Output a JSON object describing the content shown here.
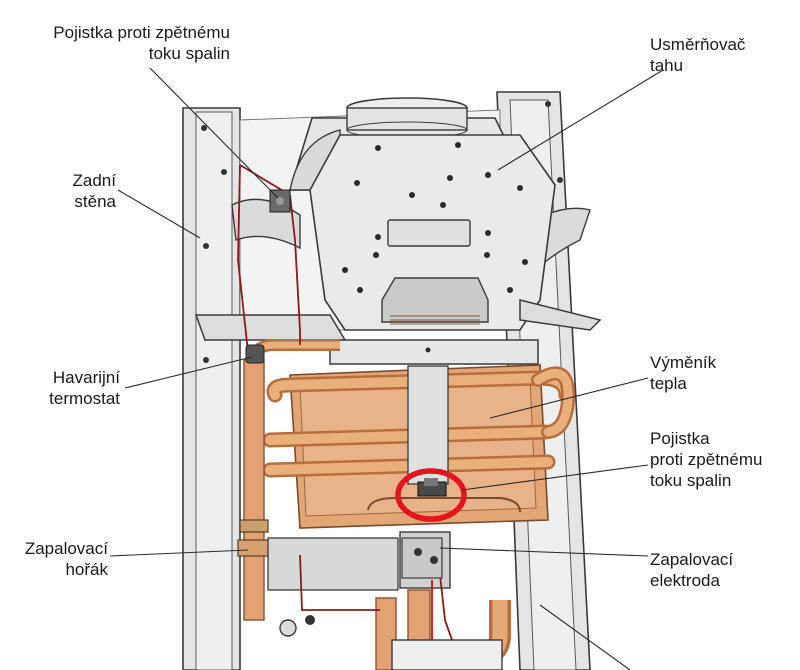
{
  "labels": {
    "flue_fuse_top": {
      "line1": "Pojistka proti zpětnému",
      "line2": "toku spalin"
    },
    "draft_diverter": {
      "line1": "Usměrňovač",
      "line2": "tahu"
    },
    "back_wall": {
      "line1": "Zadní",
      "line2": "stěna"
    },
    "safety_thermostat": {
      "line1": "Havarijní",
      "line2": "termostat"
    },
    "heat_exchanger": {
      "line1": "Výměník",
      "line2": "tepla"
    },
    "flue_fuse_mid": {
      "line1": "Pojistka",
      "line2": "proti zpětnému",
      "line3": "toku spalin"
    },
    "pilot_burner": {
      "line1": "Zapalovací",
      "line2": "hořák"
    },
    "ignition_electrode": {
      "line1": "Zapalovací",
      "line2": "elektroda"
    }
  },
  "colors": {
    "frame": "#e2e4e3",
    "outline": "#3a3a3a",
    "hood": "#dcdedd",
    "copper": "#e0a070",
    "copper_dark": "#b86e3c",
    "highlight": "#e3141b",
    "wire": "#8b1a1a"
  }
}
